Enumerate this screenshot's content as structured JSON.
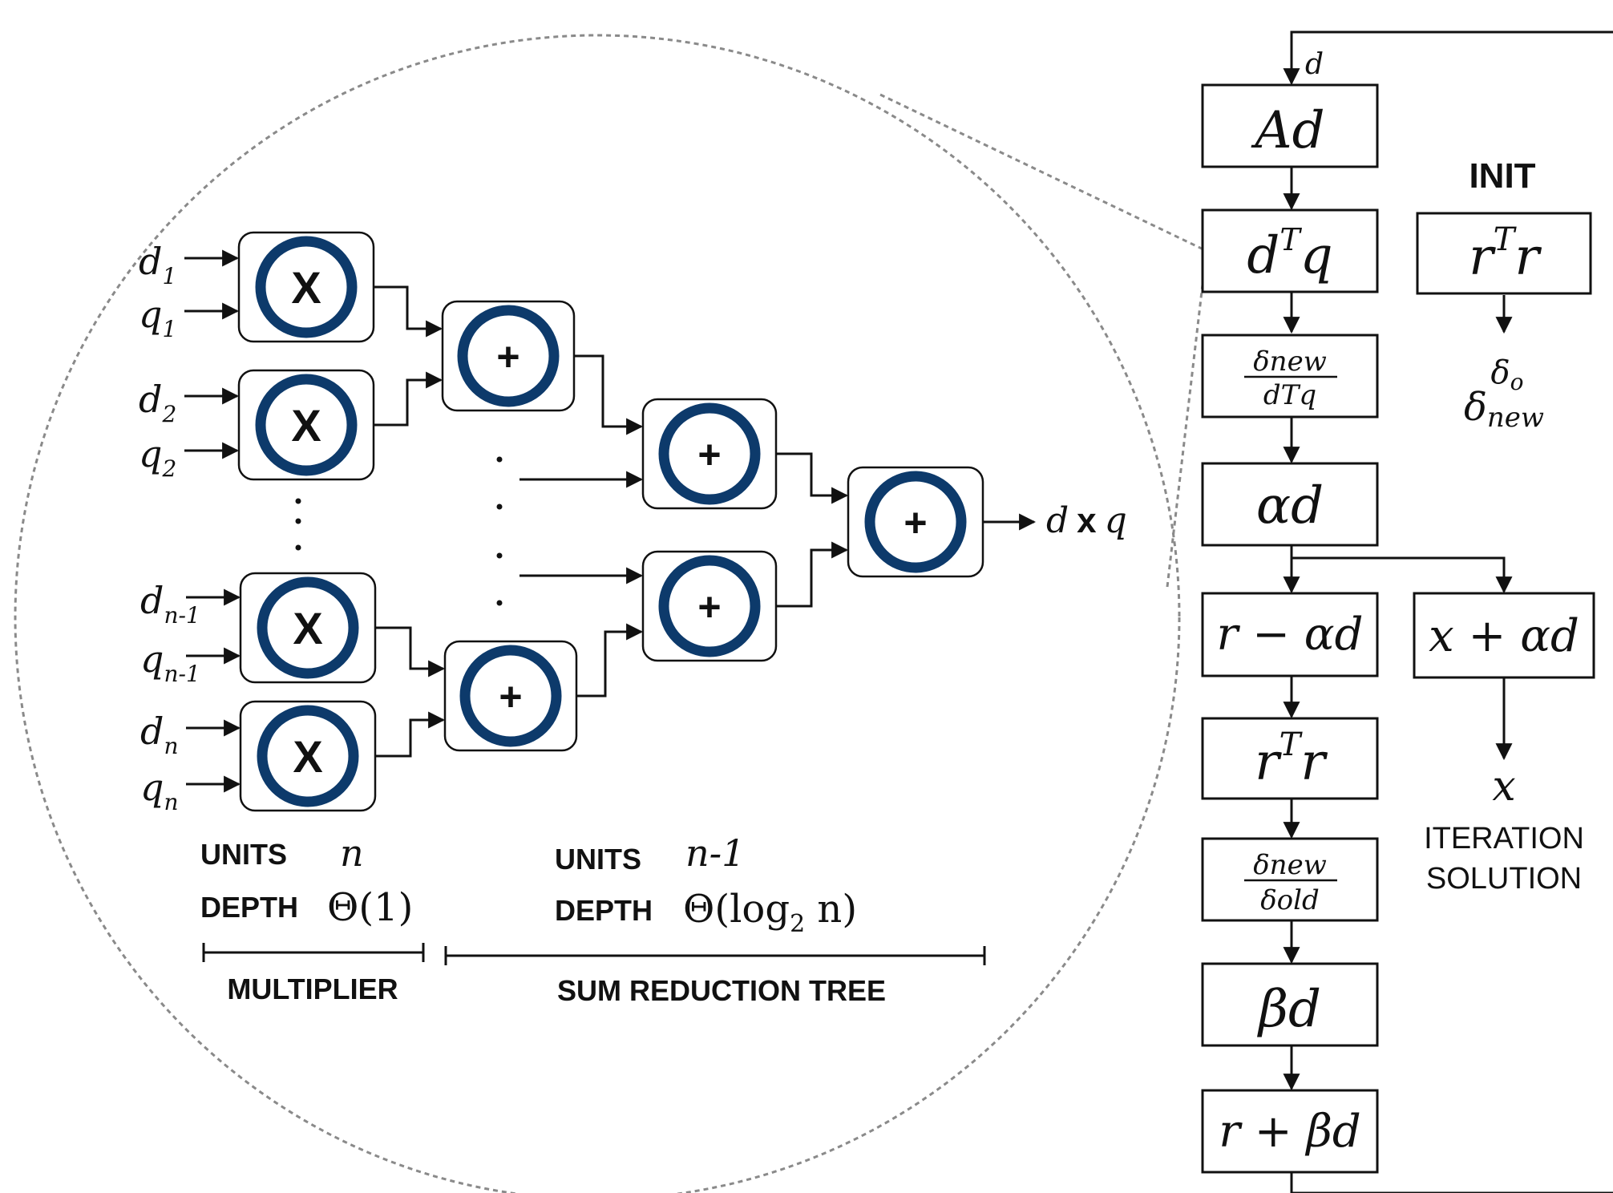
{
  "multiplier_inputs": [
    {
      "d": "d",
      "q": "q",
      "sub": "1"
    },
    {
      "d": "d",
      "q": "q",
      "sub": "2"
    },
    {
      "d": "d",
      "q": "q",
      "sub": "n-1"
    },
    {
      "d": "d",
      "q": "q",
      "sub": "n"
    }
  ],
  "mult_symbol": "X",
  "add_symbol": "+",
  "output": {
    "lhs": "d",
    "op": "x",
    "rhs": "q"
  },
  "units_left": {
    "units_label": "UNITS",
    "units_value": "n",
    "depth_label": "DEPTH",
    "depth_value": "Θ(1)"
  },
  "units_right": {
    "units_label": "UNITS",
    "units_value": "n-1",
    "depth_label": "DEPTH",
    "depth_value": "Θ(log",
    "depth_sub": "2",
    "depth_tail": " n)"
  },
  "multiplier_label": "MULTIPLIER",
  "tree_label": "SUM REDUCTION TREE",
  "flow": {
    "feedback_label": "d",
    "ad": "Ad",
    "dtq_base": "d",
    "dtq_sup": "T",
    "dtq_tail": "q",
    "frac1_num": "δnew",
    "frac1_den": "dTq",
    "alpha_d": "αd",
    "r_minus": "r − αd",
    "x_plus": "x + αd",
    "rtr_base": "r",
    "rtr_sup": "T",
    "rtr_tail": "r",
    "frac2_num": "δnew",
    "frac2_den": "δold",
    "beta_d": "βd",
    "r_plus": "r + βd"
  },
  "init": {
    "title": "INIT",
    "rtr_base": "r",
    "rtr_sup": "T",
    "rtr_tail": "r",
    "delta0": "δ",
    "delta0_sub": "o",
    "delta_new": "δ",
    "delta_new_sub": "new"
  },
  "solution": {
    "x": "x",
    "line1": "ITERATION",
    "line2": "SOLUTION"
  },
  "colors": {
    "ring": "#0d3a6b",
    "line": "#111111",
    "dashed": "#8a8a8a"
  }
}
